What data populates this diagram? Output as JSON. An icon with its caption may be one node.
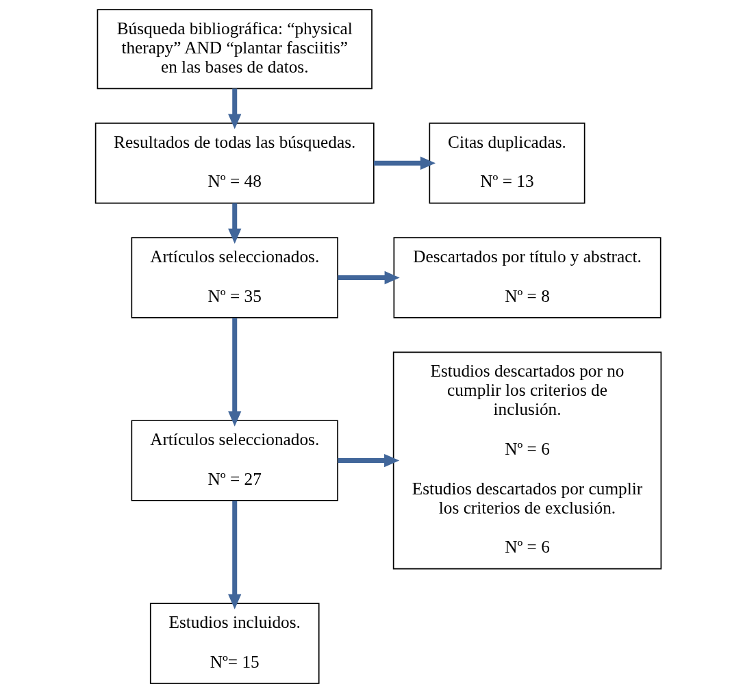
{
  "diagram": {
    "nodes": [
      {
        "text": [
          "Búsqueda bibliográfica: “physical therapy” AND “plantar fasciitis” en las bases de datos."
        ]
      },
      {
        "text": [
          "Resultados de todas las búsquedas.",
          "Nº = 48"
        ]
      },
      {
        "text": [
          "Citas duplicadas.",
          "Nº = 13"
        ]
      },
      {
        "text": [
          "Artículos seleccionados.",
          "Nº = 35"
        ]
      },
      {
        "text": [
          "Descartados por título y abstract.",
          "Nº = 8"
        ]
      },
      {
        "text": [
          "Artículos seleccionados.",
          "Nº = 27"
        ]
      },
      {
        "text": [
          "Estudios descartados por no cumplir los criterios de inclusión.",
          "Nº = 6",
          "Estudios descartados por cumplir los criterios de exclusión.",
          "Nº = 6"
        ]
      },
      {
        "text": [
          "Estudios incluidos.",
          "Nº= 15"
        ]
      }
    ],
    "edges": [
      {
        "from": 0,
        "to": 1,
        "arrow": "to"
      },
      {
        "from": 1,
        "to": 2,
        "arrow": "to"
      },
      {
        "from": 1,
        "to": 3,
        "arrow": "to"
      },
      {
        "from": 3,
        "to": 4,
        "arrow": "to"
      },
      {
        "from": 3,
        "to": 5,
        "arrow": "to"
      },
      {
        "from": 5,
        "to": 6,
        "arrow": "to"
      },
      {
        "from": 5,
        "to": 7,
        "arrow": "to"
      }
    ]
  }
}
